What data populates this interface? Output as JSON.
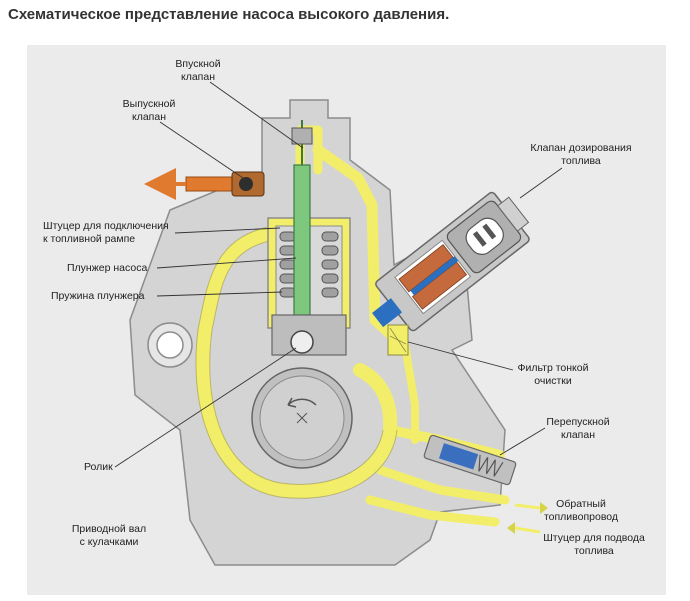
{
  "title": "Схематическое представление насоса высокого давления.",
  "colors": {
    "fuel": "#f2ee6a",
    "plunger": "#7dc77f",
    "outlet": "#e07a2e",
    "body": "#d4d4d4",
    "background": "#ebebeb"
  },
  "labels": {
    "inlet_valve": [
      "Впускной",
      "клапан"
    ],
    "outlet_valve": [
      "Выпускной",
      "клапан"
    ],
    "metering_valve": [
      "Клапан дозирования",
      "топлива"
    ],
    "rail_connector": [
      "Штуцер для подключения",
      "к топливной рампе"
    ],
    "plunger": "Плунжер насоса",
    "plunger_spring": "Пружина плунжера",
    "fine_filter": [
      "Фильтр тонкой",
      "очистки"
    ],
    "bypass_valve": [
      "Перепускной",
      "клапан"
    ],
    "roller": "Ролик",
    "return_line": [
      "Обратный",
      "топливопровод"
    ],
    "drive_shaft": [
      "Приводной вал",
      "с кулачками"
    ],
    "supply_connector": [
      "Штуцер для подвода",
      "топлива"
    ]
  }
}
